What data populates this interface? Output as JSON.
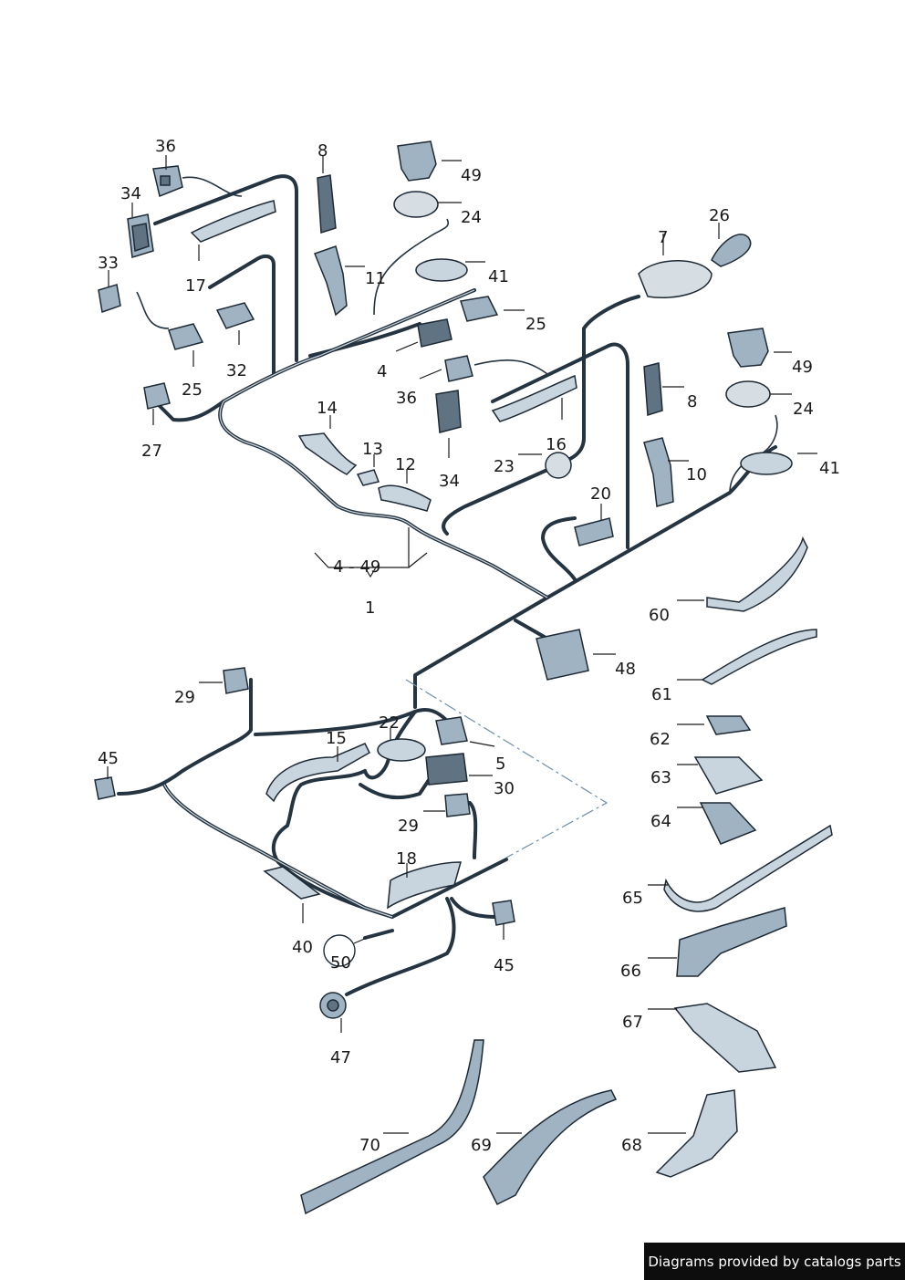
{
  "diagram": {
    "callouts": {
      "c36a": "36",
      "c34a": "34",
      "c33": "33",
      "c17": "17",
      "c32": "32",
      "c25a": "25",
      "c27": "27",
      "c8a": "8",
      "c11": "11",
      "c49a": "49",
      "c24a": "24",
      "c41a": "41",
      "c25b": "25",
      "c4": "4",
      "c36b": "36",
      "c34b": "34",
      "c14": "14",
      "c13": "13",
      "c12": "12",
      "c4_49": "4 - 49",
      "c1": "1",
      "c7": "7",
      "c26": "26",
      "c49b": "49",
      "c24b": "24",
      "c8b": "8",
      "c10": "10",
      "c41b": "41",
      "c16": "16",
      "c23": "23",
      "c20": "20",
      "c60": "60",
      "c48": "48",
      "c61": "61",
      "c62": "62",
      "c63": "63",
      "c64": "64",
      "c65": "65",
      "c66": "66",
      "c67": "67",
      "c68": "68",
      "c69": "69",
      "c70": "70",
      "c29a": "29",
      "c22": "22",
      "c15": "15",
      "c5": "5",
      "c45a": "45",
      "c30": "30",
      "c29b": "29",
      "c18": "18",
      "c40": "40",
      "c50": "50",
      "c45b": "45",
      "c47": "47"
    }
  },
  "footer": {
    "credit": "Diagrams provided by catalogs parts"
  }
}
